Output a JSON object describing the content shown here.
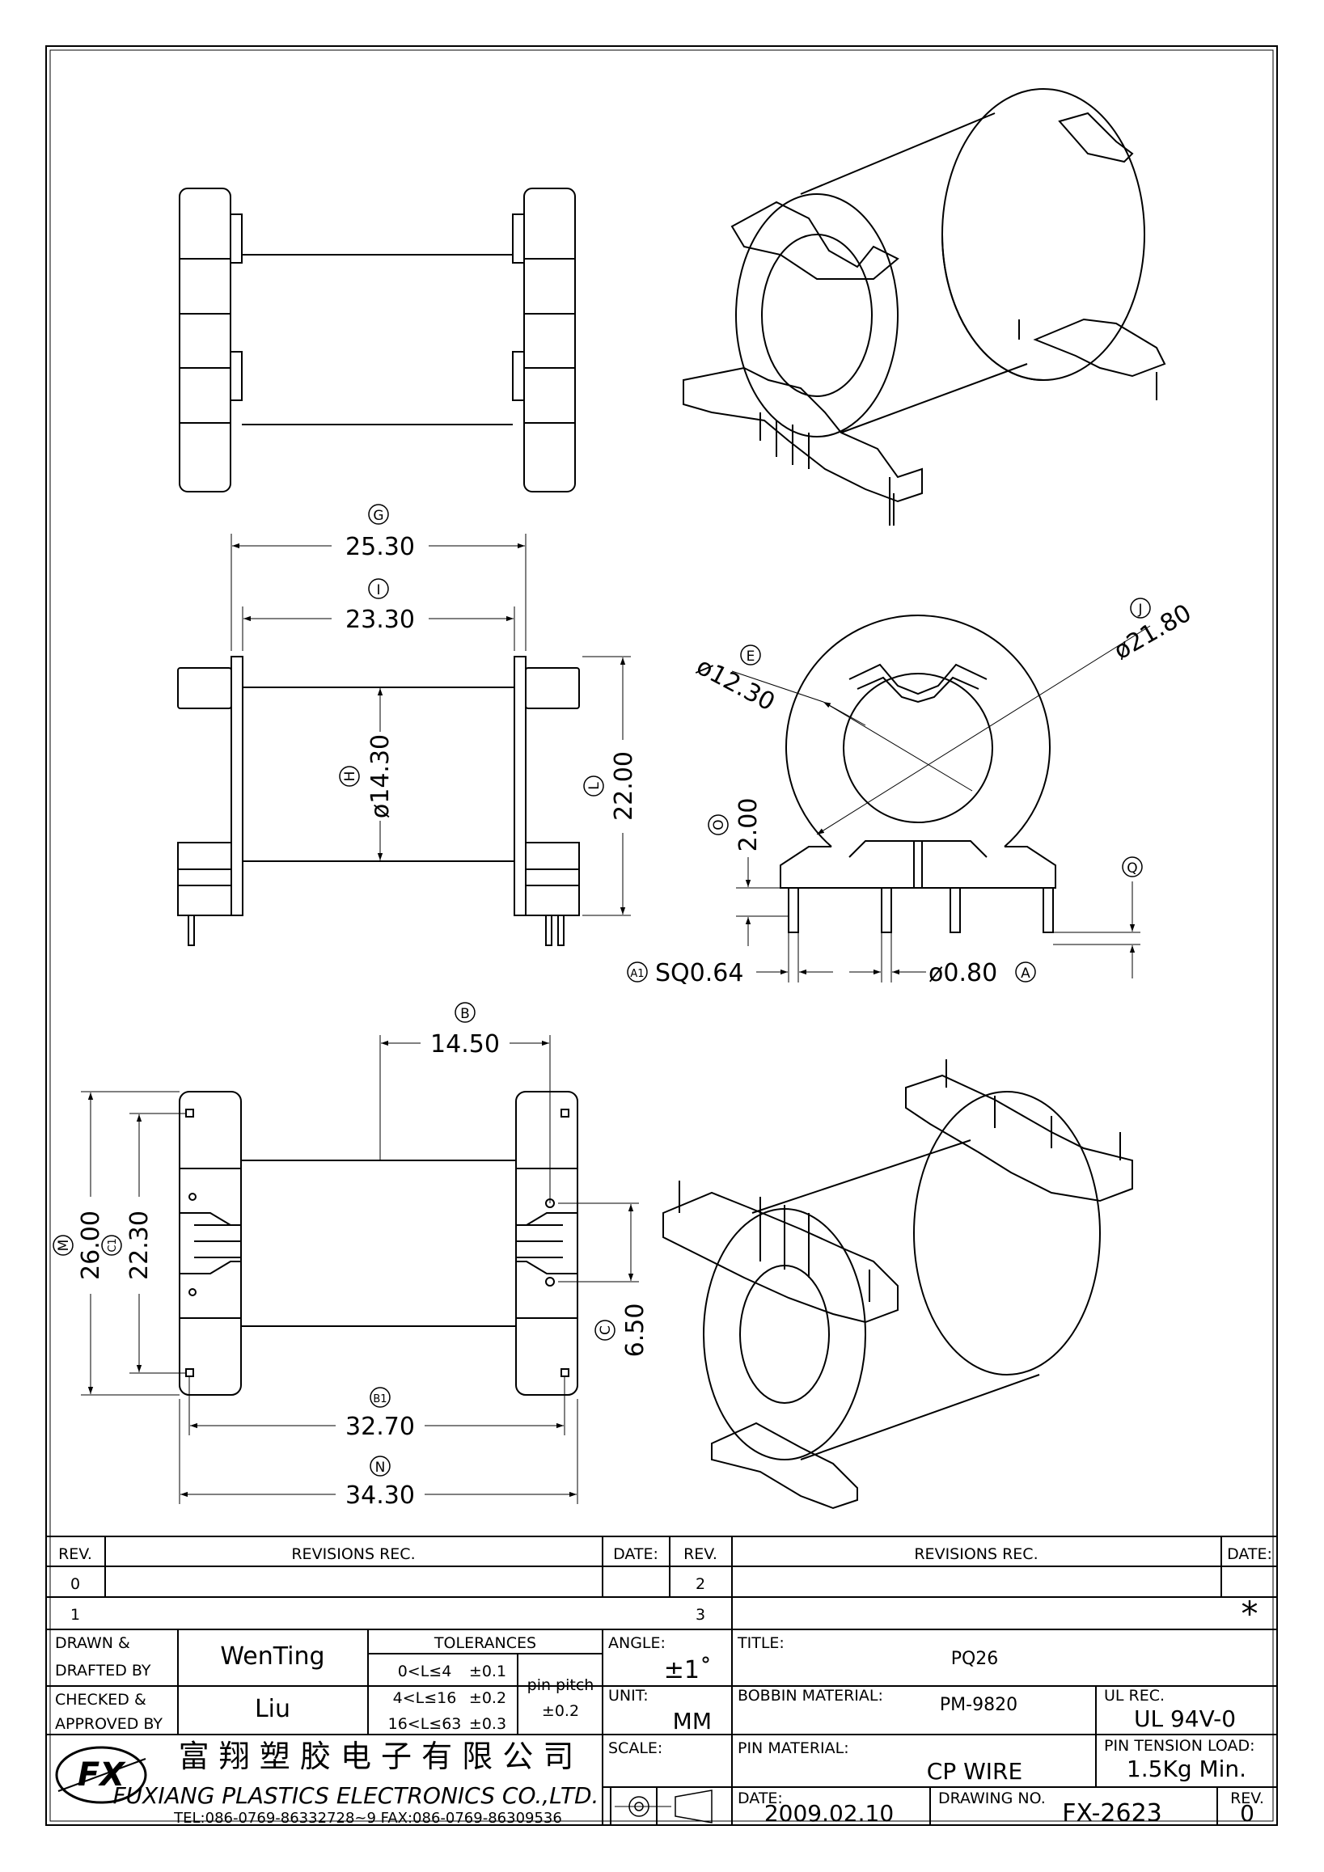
{
  "dimensions": {
    "G": {
      "tag": "G",
      "value": "25.30"
    },
    "I": {
      "tag": "I",
      "value": "23.30"
    },
    "H": {
      "tag": "H",
      "value": "ø14.30"
    },
    "L": {
      "tag": "L",
      "value": "22.00"
    },
    "E": {
      "tag": "E",
      "value": "ø12.30"
    },
    "J": {
      "tag": "J",
      "value": "ø21.80"
    },
    "O": {
      "tag": "O",
      "value": "2.00"
    },
    "Q": {
      "tag": "Q"
    },
    "A1": {
      "tag": "A1",
      "value": "SQ0.64"
    },
    "A": {
      "tag": "A",
      "value": "ø0.80"
    },
    "B": {
      "tag": "B",
      "value": "14.50"
    },
    "M": {
      "tag": "M",
      "value": "26.00"
    },
    "C1": {
      "tag": "C1",
      "value": "22.30"
    },
    "C": {
      "tag": "C",
      "value": "6.50"
    },
    "B1": {
      "tag": "B1",
      "value": "32.70"
    },
    "N": {
      "tag": "N",
      "value": "34.30"
    }
  },
  "title_block": {
    "rev_header_left": "REV.",
    "revisions_header_left": "REVISIONS   REC.",
    "date_header_left": "DATE:",
    "rev_header_right": "REV.",
    "revisions_header_right": "REVISIONS   REC.",
    "date_header_right": "DATE:",
    "rev_rows_left": [
      "0",
      "1"
    ],
    "rev_rows_right": [
      "2",
      "3"
    ],
    "asterisk": "*",
    "drawn_label_1": "DRAWN  &",
    "drawn_label_2": "DRAFTED BY",
    "drawn_by": "WenTing",
    "checked_label_1": "CHECKED  &",
    "checked_label_2": "APPROVED  BY",
    "checked_by": "Liu",
    "tolerances_label": "TOLERANCES",
    "tol_rows": [
      {
        "range": "0<L≤4",
        "tol": "±0.1"
      },
      {
        "range": "4<L≤16",
        "tol": "±0.2"
      },
      {
        "range": "16<L≤63",
        "tol": "±0.3"
      }
    ],
    "pin_pitch_label": "pin  pitch",
    "pin_pitch_tol": "±0.2",
    "angle_label": "ANGLE:",
    "angle_value": "±1˚",
    "unit_label": "UNIT:",
    "unit_value": "MM",
    "scale_label": "SCALE:",
    "title_label": "TITLE:",
    "title_value": "PQ26",
    "bobbin_material_label": "BOBBIN  MATERIAL:",
    "bobbin_material_value": "PM-9820",
    "ul_rec_label": "UL REC.",
    "ul_rec_value": "UL  94V-0",
    "pin_material_label": "PIN  MATERIAL:",
    "pin_material_value": "CP  WIRE",
    "pin_tension_label": "PIN  TENSION  LOAD:",
    "pin_tension_value": "1.5Kg  Min.",
    "date_label": "DATE:",
    "date_value": "2009.02.10",
    "drawing_no_label": "DRAWING  NO.",
    "drawing_no_value": "FX-2623",
    "rev_label": "REV.",
    "rev_value": "0",
    "company_cn": "富 翔 塑 胶 电 子 有 限 公 司",
    "company_en": "FUXIANG PLASTICS ELECTRONICS CO.,LTD.",
    "company_contact": "TEL:086-0769-86332728~9   FAX:086-0769-86309536",
    "logo_letters": "FX"
  }
}
